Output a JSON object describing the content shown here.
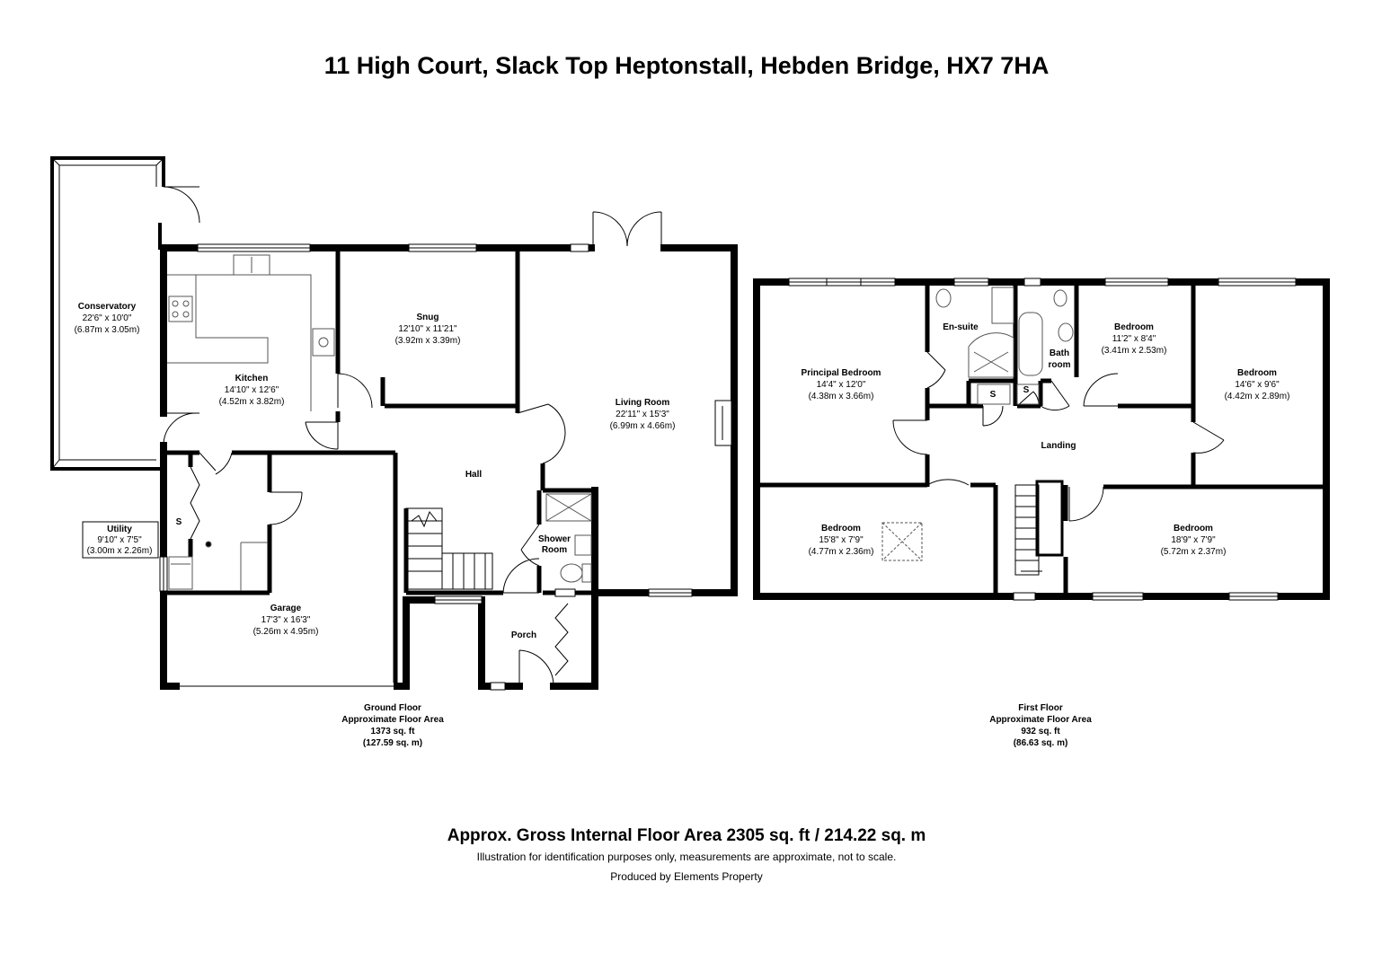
{
  "title": "11 High Court, Slack Top Heptonstall, Hebden Bridge, HX7 7HA",
  "rooms": {
    "conservatory": {
      "name": "Conservatory",
      "imperial": "22'6\" x 10'0\"",
      "metric": "(6.87m x 3.05m)"
    },
    "kitchen": {
      "name": "Kitchen",
      "imperial": "14'10\" x 12'6\"",
      "metric": "(4.52m x 3.82m)"
    },
    "snug": {
      "name": "Snug",
      "imperial": "12'10\" x 11'21\"",
      "metric": "(3.92m x 3.39m)"
    },
    "living_room": {
      "name": "Living Room",
      "imperial": "22'11\" x 15'3\"",
      "metric": "(6.99m x 4.66m)"
    },
    "hall": {
      "name": "Hall"
    },
    "utility": {
      "name": "Utility",
      "imperial": "9'10\" x 7'5\"",
      "metric": "(3.00m x 2.26m)"
    },
    "garage": {
      "name": "Garage",
      "imperial": "17'3\" x 16'3\"",
      "metric": "(5.26m x 4.95m)"
    },
    "shower_room": {
      "line1": "Shower",
      "line2": "Room"
    },
    "porch": {
      "name": "Porch"
    },
    "principal_bedroom": {
      "name": "Principal Bedroom",
      "imperial": "14'4\" x 12'0\"",
      "metric": "(4.38m x 3.66m)"
    },
    "en_suite": {
      "name": "En-suite"
    },
    "bathroom": {
      "line1": "Bath",
      "line2": "room"
    },
    "bedroom_2": {
      "name": "Bedroom",
      "imperial": "11'2\" x 8'4\"",
      "metric": "(3.41m x 2.53m)"
    },
    "bedroom_3": {
      "name": "Bedroom",
      "imperial": "14'6\" x 9'6\"",
      "metric": "(4.42m x 2.89m)"
    },
    "landing": {
      "name": "Landing"
    },
    "bedroom_4": {
      "name": "Bedroom",
      "imperial": "15'8\" x 7'9\"",
      "metric": "(4.77m x 2.36m)"
    },
    "bedroom_5": {
      "name": "Bedroom",
      "imperial": "18'9\" x 7'9\"",
      "metric": "(5.72m x 2.37m)"
    },
    "store_label": "S"
  },
  "ground_floor": {
    "name": "Ground Floor",
    "area_label": "Approximate Floor Area",
    "sqft": "1373 sq. ft",
    "sqm": "(127.59 sq. m)"
  },
  "first_floor": {
    "name": "First Floor",
    "area_label": "Approximate Floor Area",
    "sqft": "932 sq. ft",
    "sqm": "(86.63 sq. m)"
  },
  "gross_area": "Approx. Gross Internal Floor Area 2305 sq. ft / 214.22 sq. m",
  "disclaimer": "Illustration for identification purposes only, measurements are approximate, not to scale.",
  "producer": "Produced by Elements Property",
  "colors": {
    "wall": "#000000",
    "background": "#ffffff",
    "fixture_line": "#555555"
  }
}
